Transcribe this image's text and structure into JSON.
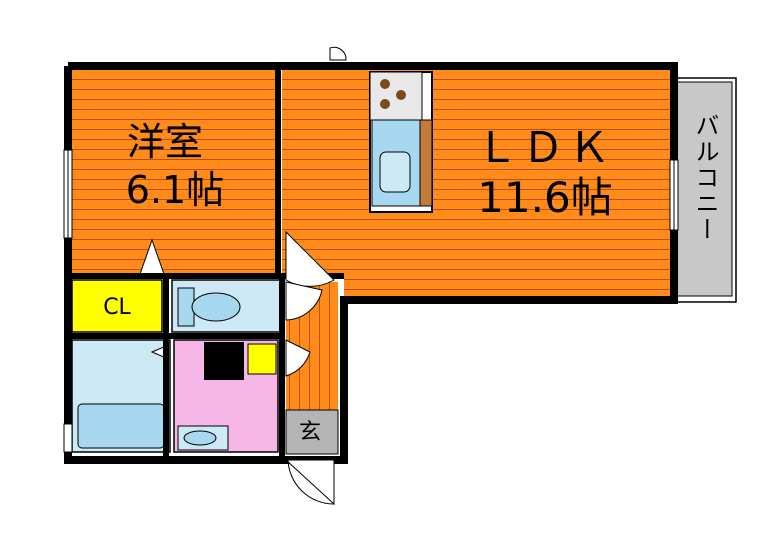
{
  "rooms": {
    "western": {
      "name": "洋室",
      "size": "6.1帖"
    },
    "ldk": {
      "name": "ＬＤＫ",
      "size": "11.6帖"
    },
    "closet": {
      "name": "CL"
    },
    "entrance": {
      "name": "玄"
    },
    "balcony": {
      "name": "バルコニー"
    }
  },
  "colors": {
    "room_orange": "#ff8c1a",
    "floor_lines": "#c05000",
    "wet_blue": "#cde9f6",
    "fixture_blue": "#a8d8f0",
    "washroom_pink": "#f6b6e6",
    "closet_yellow": "#ffff00",
    "balcony_gray": "#c8c8c8",
    "wall": "#000000",
    "counter_brown": "#c47a3a"
  }
}
